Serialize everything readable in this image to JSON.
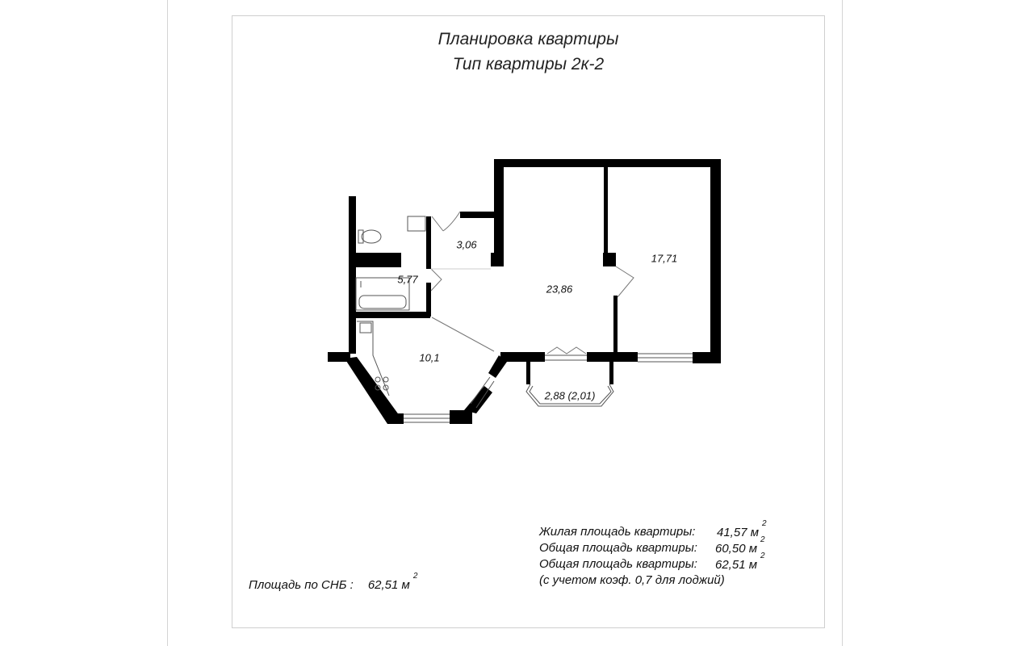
{
  "title": "Планировка квартиры",
  "subtitle": "Тип квартиры 2к-2",
  "rooms": {
    "hall": "3,06",
    "bathroom": "5,77",
    "living": "23,86",
    "bedroom": "17,71",
    "kitchen": "10,1",
    "loggia": "2,88 (2,01)"
  },
  "areas": {
    "living_label": "Жилая площадь квартиры:",
    "living_value": "41,57",
    "total_label": "Общая площадь квартиры:",
    "total_value": "60,50",
    "total_coef_label": "Общая площадь квартиры:",
    "total_coef_value": "62,51",
    "coef_note": "(с учетом коэф.  0,7  для лоджий)",
    "unit": "м",
    "unit_power": "2"
  },
  "snb": {
    "label": "Площадь по СНБ :",
    "value": "62,51",
    "unit": "м",
    "unit_power": "2"
  }
}
